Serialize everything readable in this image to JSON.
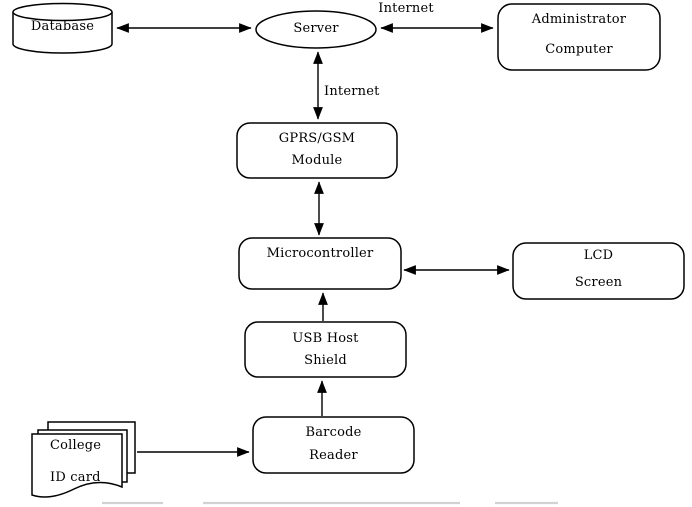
{
  "diagram": {
    "nodes": {
      "database": {
        "label": "Database"
      },
      "server": {
        "label": "Server"
      },
      "admin_computer": {
        "line1": "Administrator",
        "line2": "Computer"
      },
      "gprs_gsm_module": {
        "line1": "GPRS/GSM",
        "line2": "Module"
      },
      "microcontroller": {
        "label": "Microcontroller"
      },
      "lcd_screen": {
        "line1": "LCD",
        "line2": "Screen"
      },
      "usb_host_shield": {
        "line1": "USB Host",
        "line2": "Shield"
      },
      "barcode_reader": {
        "line1": "Barcode",
        "line2": "Reader"
      },
      "college_id_card": {
        "line1": "College",
        "line2": "ID card"
      }
    },
    "edge_labels": {
      "internet_server_admin": "Internet",
      "internet_server_gprs": "Internet"
    },
    "edges": [
      {
        "from": "database",
        "to": "server",
        "direction": "both"
      },
      {
        "from": "server",
        "to": "admin_computer",
        "direction": "both",
        "label": "Internet"
      },
      {
        "from": "server",
        "to": "gprs_gsm_module",
        "direction": "both",
        "label": "Internet"
      },
      {
        "from": "gprs_gsm_module",
        "to": "microcontroller",
        "direction": "both"
      },
      {
        "from": "microcontroller",
        "to": "lcd_screen",
        "direction": "both"
      },
      {
        "from": "usb_host_shield",
        "to": "microcontroller",
        "direction": "up"
      },
      {
        "from": "barcode_reader",
        "to": "usb_host_shield",
        "direction": "up"
      },
      {
        "from": "college_id_card",
        "to": "barcode_reader",
        "direction": "right"
      }
    ],
    "colors": {
      "stroke": "#000000",
      "background": "#ffffff",
      "artifact_line": "#d2d2d2"
    }
  }
}
